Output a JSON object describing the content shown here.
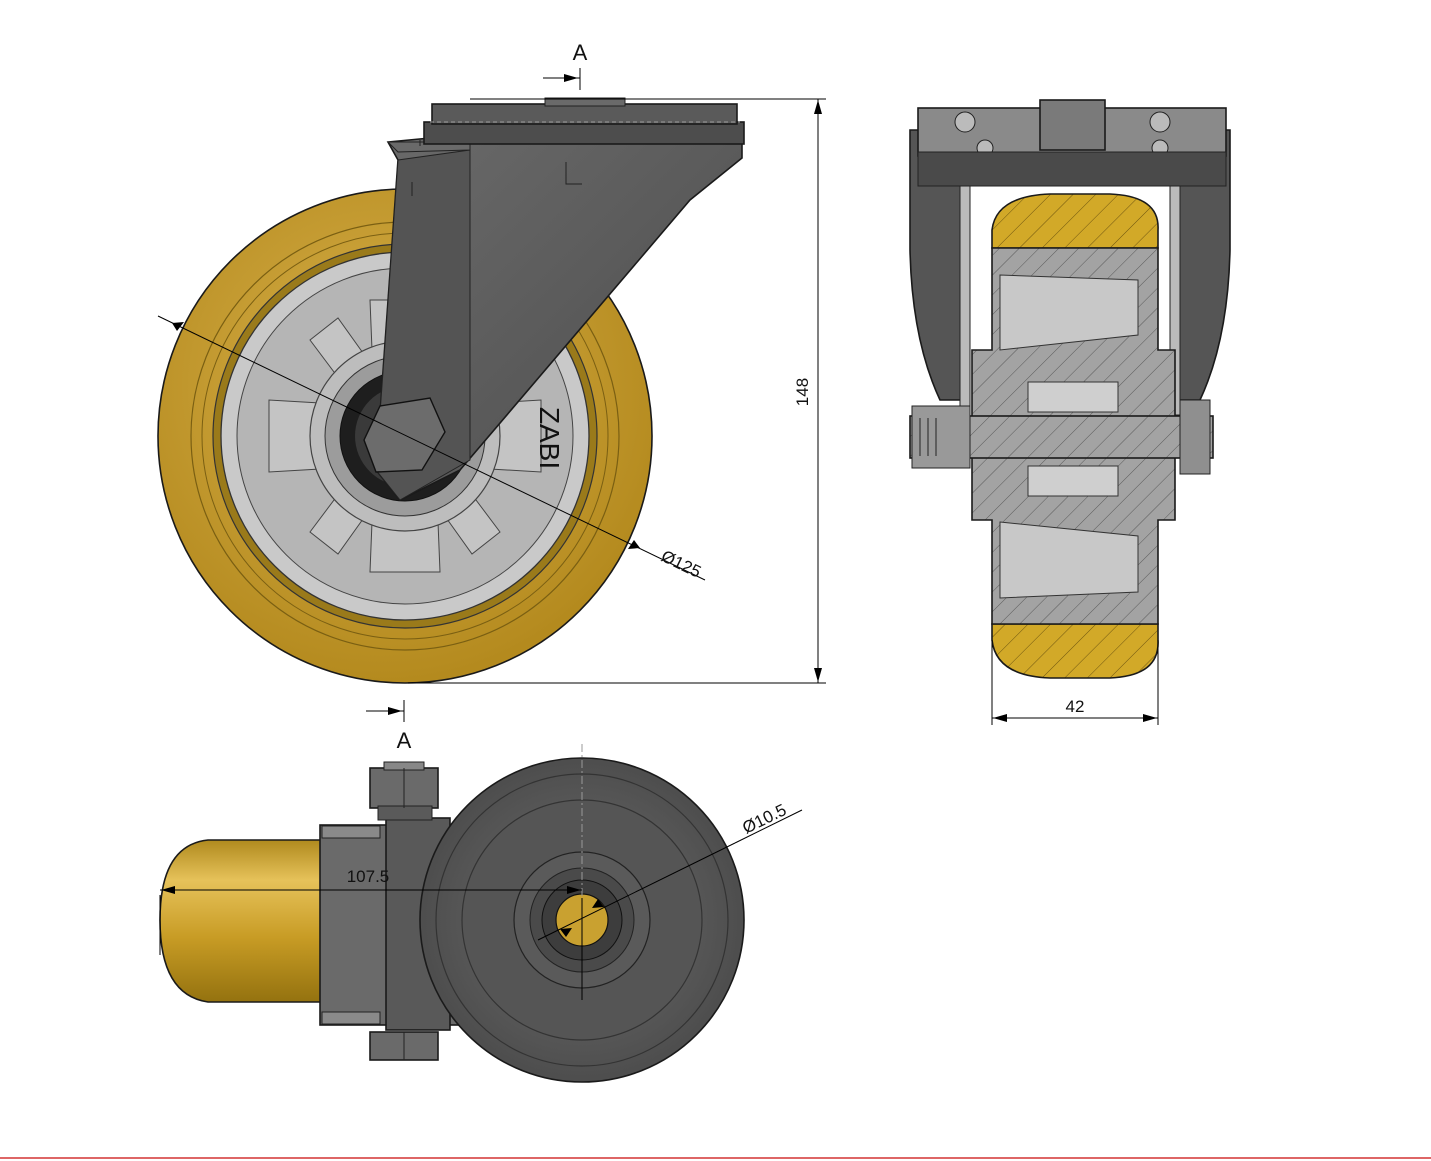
{
  "drawing": {
    "brand_text": "ZABI",
    "section_label_top": "A",
    "section_label_bottom": "A",
    "dimensions": {
      "wheel_diameter": "Ø125",
      "total_height": "148",
      "wheel_width": "42",
      "bolt_hole": "Ø10.5",
      "offset": "107.5"
    }
  },
  "colors": {
    "tread": "#c9a130",
    "tread_dark": "#a9851f",
    "hub": "#b4b4b4",
    "bracket": "#5e5e5e",
    "bracket_dark": "#444444",
    "section_hatch": "#9a9a9a",
    "border_line": "#d33333"
  }
}
